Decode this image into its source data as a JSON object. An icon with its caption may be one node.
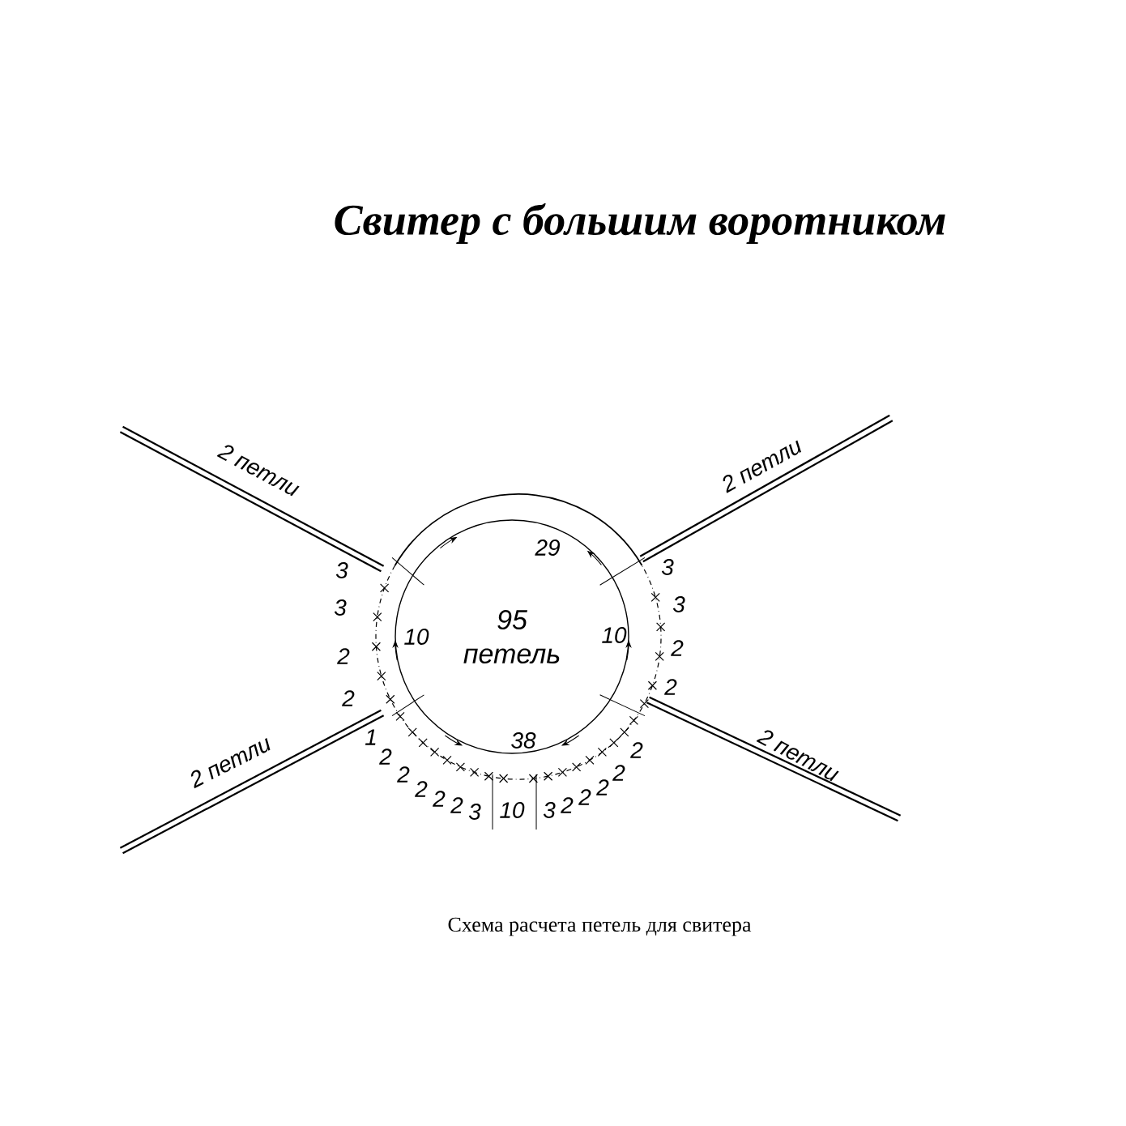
{
  "diagram": {
    "title": "Свитер с большим воротником",
    "caption": "Схема расчета петель для свитера",
    "nodes": [
      {
        "text": [
          "95 петель"
        ]
      }
    ],
    "labels": [
      "2 петли",
      "2 петли",
      "29",
      "3",
      "3",
      "3",
      "3",
      "10",
      "10",
      "2",
      "2",
      "2",
      "2",
      "2 петли",
      "1",
      "38",
      "2 петли",
      "2",
      "2",
      "2",
      "2",
      "2",
      "3",
      "10",
      "3",
      "2",
      "2",
      "2",
      "2",
      "2"
    ]
  }
}
